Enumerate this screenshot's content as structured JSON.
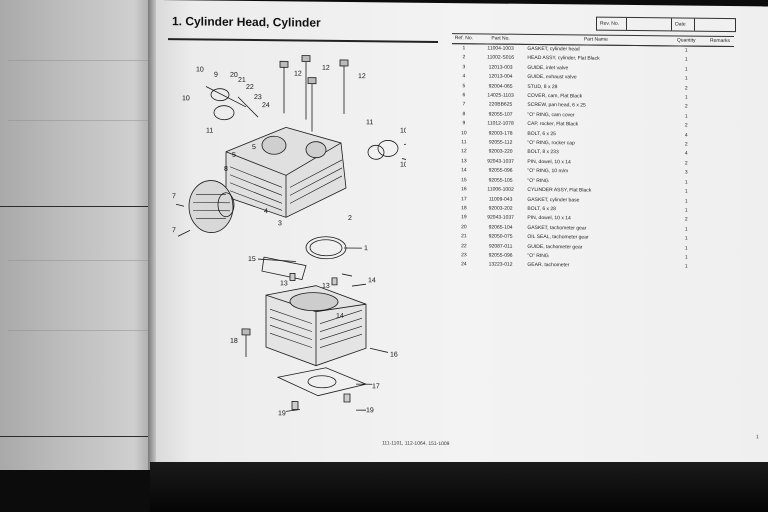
{
  "section_title": "1.  Cylinder Head, Cylinder",
  "rev_box": {
    "rev_label": "Rev. No.",
    "date_label": "Date"
  },
  "table_headers": {
    "ref": "Ref. No.",
    "part_no": "Part No.",
    "part_name": "Part Name",
    "quantity": "Quantity",
    "remarks": "Remarks"
  },
  "parts": [
    {
      "ref": "1",
      "part_no": "11004-1003",
      "name": "GASKET, cylinder head",
      "qty": "1"
    },
    {
      "ref": "2",
      "part_no": "11002-S016",
      "name": "HEAD ASSY, cylinder, Flat Black",
      "qty": "1"
    },
    {
      "ref": "3",
      "part_no": "12013-003",
      "name": "GUIDE, inlet valve",
      "qty": "1"
    },
    {
      "ref": "4",
      "part_no": "12013-004",
      "name": "GUIDE, exhaust valve",
      "qty": "1"
    },
    {
      "ref": "5",
      "part_no": "92004-065",
      "name": "STUD, 8 x 28",
      "qty": "2"
    },
    {
      "ref": "6",
      "part_no": "14025-1103",
      "name": "COVER, cam, Flat Black",
      "qty": "1"
    },
    {
      "ref": "7",
      "part_no": "220BB625",
      "name": "SCREW, pan head, 6 x 25",
      "qty": "2"
    },
    {
      "ref": "8",
      "part_no": "92055-107",
      "name": "\"O\" RING, cam cover",
      "qty": "1"
    },
    {
      "ref": "9",
      "part_no": "11012-1078",
      "name": "CAP, rocker, Flat Black",
      "qty": "2"
    },
    {
      "ref": "10",
      "part_no": "92003-178",
      "name": "BOLT, 6 x 25",
      "qty": "4"
    },
    {
      "ref": "11",
      "part_no": "92055-112",
      "name": "\"O\" RING, rocker cap",
      "qty": "2"
    },
    {
      "ref": "12",
      "part_no": "92003-220",
      "name": "BOLT, 8 x 233",
      "qty": "4"
    },
    {
      "ref": "13",
      "part_no": "92043-1037",
      "name": "PIN, dowel, 10 x 14",
      "qty": "2"
    },
    {
      "ref": "14",
      "part_no": "92055-096",
      "name": "\"O\" RING, 10 m/m",
      "qty": "3"
    },
    {
      "ref": "15",
      "part_no": "92055-105",
      "name": "\"O\" RING",
      "qty": "1"
    },
    {
      "ref": "16",
      "part_no": "11006-1002",
      "name": "CYLINDER ASSY, Flat Black",
      "qty": "1"
    },
    {
      "ref": "17",
      "part_no": "11009-043",
      "name": "GASKET, cylinder base",
      "qty": "1"
    },
    {
      "ref": "18",
      "part_no": "92003-202",
      "name": "BOLT, 6 x 28",
      "qty": "1"
    },
    {
      "ref": "19",
      "part_no": "92043-1037",
      "name": "PIN, dowel, 10 x 14",
      "qty": "2"
    },
    {
      "ref": "20",
      "part_no": "92065-104",
      "name": "GASKET, tachometer gear",
      "qty": "1"
    },
    {
      "ref": "21",
      "part_no": "92050-075",
      "name": "OIL SEAL, tachometer gear",
      "qty": "1"
    },
    {
      "ref": "22",
      "part_no": "92087-011",
      "name": "GUIDE, tachometer gear",
      "qty": "1"
    },
    {
      "ref": "23",
      "part_no": "92055-096",
      "name": "\"O\" RING",
      "qty": "1"
    },
    {
      "ref": "24",
      "part_no": "13223-012",
      "name": "GEAR, tachometer",
      "qty": "1"
    }
  ],
  "diagram_callouts": [
    "10",
    "9",
    "20",
    "21",
    "22",
    "23",
    "24",
    "10",
    "11",
    "12",
    "12",
    "12",
    "8",
    "5",
    "5",
    "11",
    "10",
    "10",
    "7",
    "4",
    "3",
    "2",
    "7",
    "1",
    "15",
    "13",
    "14",
    "13",
    "14",
    "16",
    "18",
    "17",
    "19",
    "19"
  ],
  "footer_code": "111-1101, 112-1064, 151-1009",
  "page_number": "1",
  "colors": {
    "paper": "#f0f0f0",
    "ink": "#222222"
  }
}
